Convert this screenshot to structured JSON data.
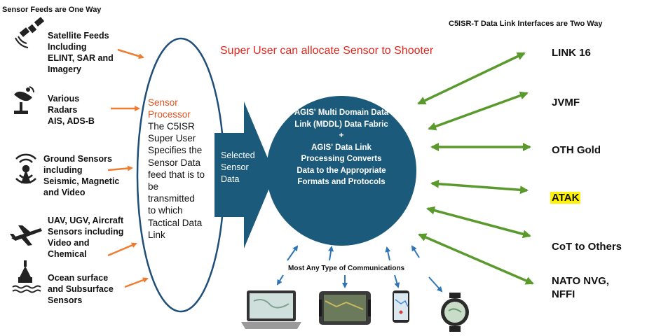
{
  "header_left": "Sensor Feeds are One Way",
  "header_right": "C5ISR-T Data Link Interfaces are Two Way",
  "super_user_note": "Super User can allocate Sensor to Shooter",
  "sensor_sources": [
    {
      "label": "Satellite Feeds\nIncluding\nELINT, SAR and\nImagery",
      "icon": "satellite-icon"
    },
    {
      "label": "Various\nRadars\nAIS, ADS-B",
      "icon": "radar-dish-icon"
    },
    {
      "label": "Ground Sensors\nincluding\nSeismic, Magnetic\nand Video",
      "icon": "ground-sensor-icon"
    },
    {
      "label": "UAV, UGV, Aircraft\nSensors including\nVideo and\nChemical",
      "icon": "aircraft-icon"
    },
    {
      "label": "Ocean surface\nand Subsurface\nSensors",
      "icon": "buoy-icon"
    }
  ],
  "processor": {
    "title": "Sensor\nProcessor",
    "body": "The C5ISR\nSuper User\nSpecifies the\nSensor Data\nfeed that is to\nbe\ntransmitted\nto which\nTactical Data\nLink"
  },
  "selected_arrow_label": "Selected\nSensor\nData",
  "fabric_text": "AGIS' Multi Domain Data\nLink (MDDL) Data Fabric\n+\nAGIS' Data Link\nProcessing Converts\nData to the Appropriate\nFormats and Protocols",
  "data_links": [
    {
      "label": "LINK 16"
    },
    {
      "label": "JVMF"
    },
    {
      "label": "OTH Gold"
    },
    {
      "label": "ATAK",
      "highlight": true
    },
    {
      "label": "CoT to Others"
    },
    {
      "label": "NATO NVG,\nNFFI"
    }
  ],
  "comms_label": "Most Any Type of Communications",
  "devices": [
    {
      "icon": "laptop-icon"
    },
    {
      "icon": "rugged-tablet-icon"
    },
    {
      "icon": "smartphone-icon"
    },
    {
      "icon": "smartwatch-icon"
    }
  ],
  "colors": {
    "fabric_blue": "#1b5a7a",
    "ellipse_stroke": "#1f4e79",
    "feed_arrow": "#ed7d31",
    "link_arrow": "#5a9a2d",
    "comms_arrow": "#2e75b6",
    "processor_title": "#e2531f",
    "super_user_text": "#e8231a",
    "atak_highlight": "#fff200"
  }
}
